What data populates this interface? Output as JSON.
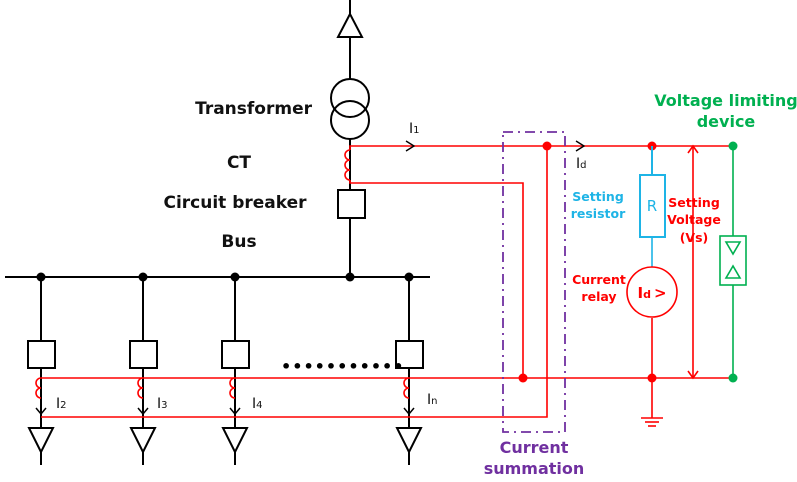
{
  "labels": {
    "transformer": "Transformer",
    "ct": "CT",
    "circuit_breaker": "Circuit breaker",
    "bus": "Bus",
    "voltage_limiting_line1": "Voltage limiting",
    "voltage_limiting_line2": "device",
    "setting_resistor_line1": "Setting",
    "setting_resistor_line2": "resistor",
    "setting_voltage_line1": "Setting",
    "setting_voltage_line2": "Voltage",
    "setting_voltage_line3": "(Vs)",
    "current_relay_line1": "Current",
    "current_relay_line2": "relay",
    "current_summation_line1": "Current",
    "current_summation_line2": "summation",
    "resistor_symbol": "R",
    "relay_symbol_main": "I",
    "relay_symbol_sub": "d",
    "relay_symbol_op": ">",
    "ellipsis": "•••••••••••"
  },
  "currents": [
    {
      "id": "i1",
      "main": "I",
      "sub": "1"
    },
    {
      "id": "id",
      "main": "I",
      "sub": "d"
    },
    {
      "id": "i2",
      "main": "I",
      "sub": "2"
    },
    {
      "id": "i3",
      "main": "I",
      "sub": "3"
    },
    {
      "id": "i4",
      "main": "I",
      "sub": "4"
    },
    {
      "id": "in",
      "main": "I",
      "sub": "n"
    }
  ],
  "colors": {
    "wiring": "#000000",
    "ct_secondary": "#ff0000",
    "voltage_limiter": "#00b050",
    "resistor": "#1eb4e6",
    "summation_box": "#7030a0"
  }
}
